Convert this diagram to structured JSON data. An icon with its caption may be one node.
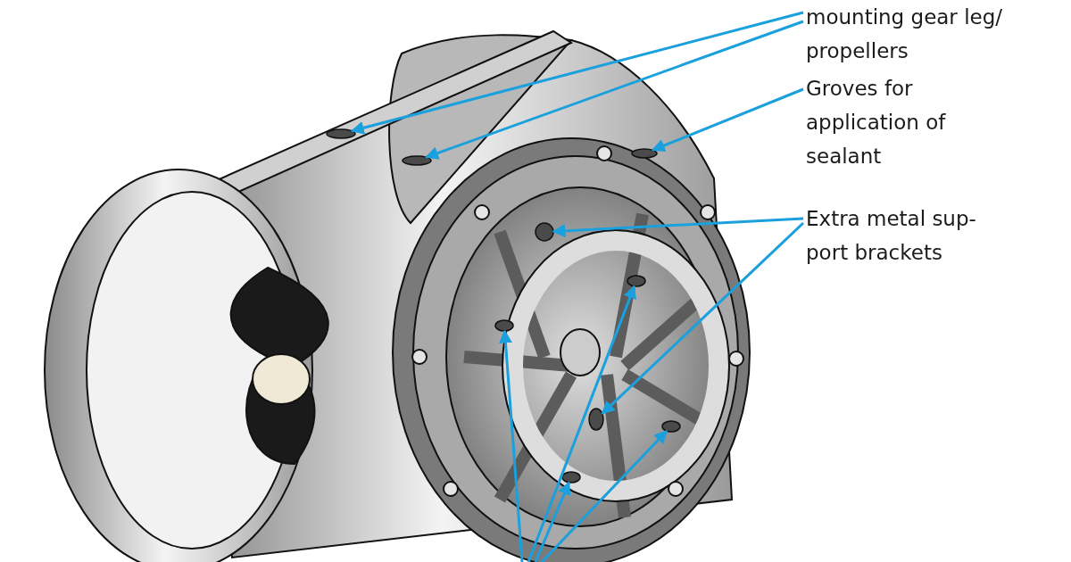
{
  "diagram": {
    "nodes": [
      {
        "text": [
          "mounting gear leg/ propellers"
        ]
      },
      {
        "text": [],
        "shape": "circle"
      },
      {
        "text": [],
        "shape": "circle"
      },
      {
        "text": [
          "Groves for application of sealant"
        ]
      },
      {
        "text": [],
        "shape": "circle"
      },
      {
        "text": [
          "Extra metal sup- port brackets"
        ]
      },
      {
        "text": [],
        "shape": "circle"
      },
      {
        "text": [],
        "shape": "circle"
      },
      {
        "text": [],
        "shape": "circle"
      },
      {
        "text": [],
        "shape": "circle"
      },
      {
        "text": [],
        "shape": "circle"
      },
      {
        "text": [],
        "shape": "circle"
      }
    ],
    "edges": [
      {
        "from": 0,
        "to": 1,
        "arrow": "to"
      },
      {
        "from": 0,
        "to": 2,
        "arrow": "to"
      },
      {
        "from": 3,
        "to": 4,
        "arrow": "to"
      },
      {
        "from": 5,
        "to": 6,
        "arrow": "to"
      },
      {
        "from": 5,
        "to": 7,
        "arrow": "to"
      },
      {
        "from": null,
        "to": 8,
        "arrow": "to"
      },
      {
        "from": null,
        "to": 9,
        "arrow": "to"
      },
      {
        "from": null,
        "to": 10,
        "arrow": "to"
      },
      {
        "from": null,
        "to": 11,
        "arrow": "to"
      }
    ]
  }
}
